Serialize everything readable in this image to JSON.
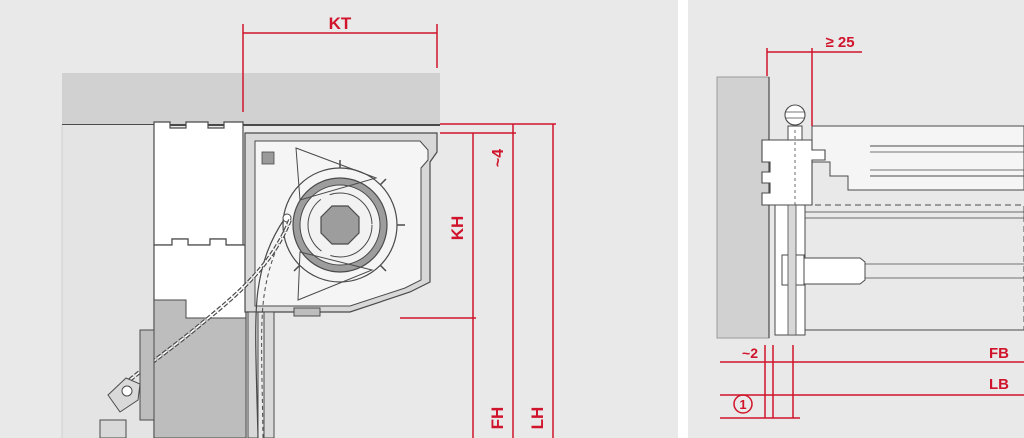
{
  "colors": {
    "background": "#e9e9e9",
    "wall": "#d1d1d1",
    "dimension_line": "#d0142b",
    "outline": "#4a4a4a",
    "box_fill": "#f2f2f2",
    "separator": "#ffffff"
  },
  "left_panel": {
    "labels": {
      "kt": "KT",
      "kh": "KH",
      "approx4": "~4",
      "fh": "FH",
      "lh": "LH"
    }
  },
  "right_panel": {
    "labels": {
      "ge25": "≥ 25",
      "approx2": "~2",
      "fb": "FB",
      "lb": "LB",
      "marker": "1"
    }
  }
}
